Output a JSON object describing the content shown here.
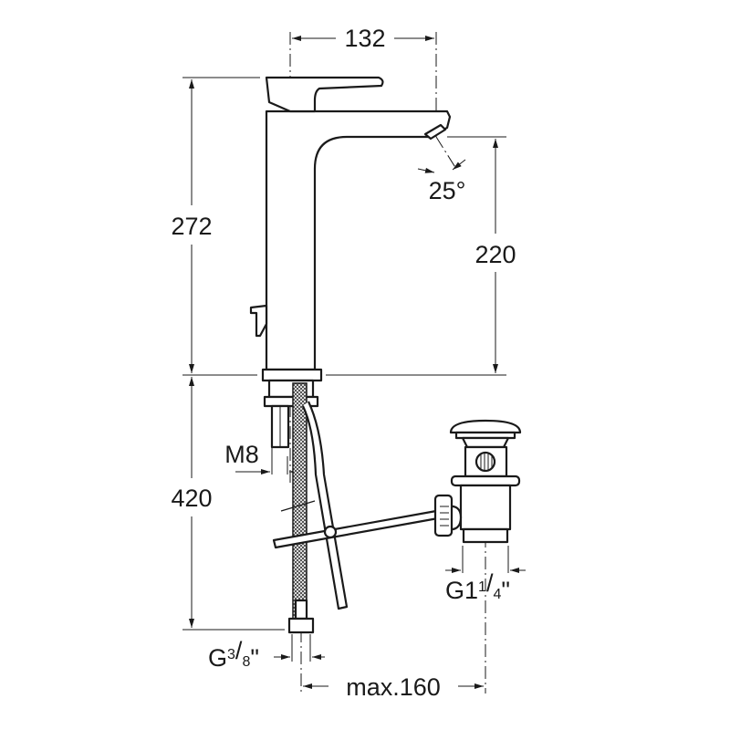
{
  "title": "Basin mixer technical drawing",
  "dimensions": {
    "spout_reach": "132",
    "total_height": "272",
    "spout_height": "220",
    "spout_angle": "25°",
    "below_height": "420",
    "mount_thread": "M8",
    "drain_thread_main": "G1",
    "drain_thread_frac_num": "1",
    "drain_thread_frac_den": "4",
    "drain_thread_quote": "\"",
    "hose_thread_main": "G",
    "hose_thread_frac_num": "3",
    "hose_thread_frac_den": "8",
    "hose_thread_quote": "\"",
    "distance": "max.160"
  }
}
